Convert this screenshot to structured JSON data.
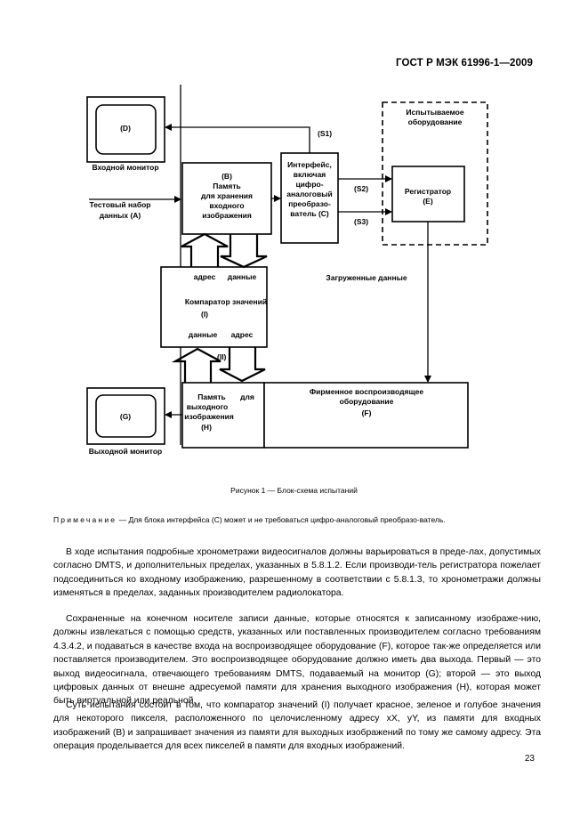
{
  "header": {
    "standard": "ГОСТ Р МЭК 61996-1—2009"
  },
  "diagram": {
    "monitor_in": {
      "letter": "(D)",
      "caption": "Входной монитор"
    },
    "monitor_out": {
      "letter": "(G)",
      "caption": "Выходной монитор"
    },
    "test_set": {
      "line1": "Тестовый набор",
      "line2": "данных (A)"
    },
    "mem_in": {
      "line1": "(B)",
      "line2": "Память",
      "line3": "для хранения",
      "line4": "входного",
      "line5": "изображения"
    },
    "interface": {
      "line1": "Интерфейс,",
      "line2": "включая",
      "line3": "цифро-",
      "line4": "аналоговый",
      "line5": "преобразо-",
      "line6": "ватель (C)"
    },
    "equipment": {
      "line1": "Испытываемое",
      "line2": "оборудование"
    },
    "recorder": {
      "line1": "Регистратор",
      "line2": "(E)"
    },
    "signals": {
      "s1": "(S1)",
      "s2": "(S2)",
      "s3": "(S3)"
    },
    "loaded_data": "Загруженные данные",
    "comparator": {
      "addr_top": "адрес",
      "data_top": "данные",
      "title": "Компаратор значений",
      "letter": "(I)",
      "data_bottom": "данные",
      "addr_bottom": "адрес"
    },
    "mem_out_link": "(II)",
    "mem_out": {
      "line1": "Память",
      "line1b": "для",
      "line2": "выходного",
      "line3": "изображения",
      "line4": "(H)"
    },
    "playback": {
      "line1": "Фирменное воспроизводящее",
      "line2": "оборудование",
      "line3": "(F)"
    }
  },
  "caption": "Рисунок 1 — Блок-схема испытаний",
  "note": {
    "label": "Примечание",
    "text": "— Для блока интерфейса (C) может и не требоваться цифро-аналоговый преобразо-ватель."
  },
  "paragraphs": [
    "В ходе испытания подробные хронометражи видеосигналов должны варьироваться в преде-лах, допустимых согласно DMTS, и дополнительных пределах, указанных в 5.8.1.2. Если производи-тель регистратора пожелает подсоединиться ко входному изображению, разрешенному в соответствии с 5.8.1.3, то хронометражи должны изменяться в пределах, заданных производителем радиолокатора.",
    "Сохраненные на конечном носителе записи данные, которые относятся к записанному изображе-нию, должны извлекаться с помощью средств, указанных или поставленных производителем согласно требованиям 4.3.4.2, и подаваться в качестве входа на воспроизводящее оборудование (F), которое так-же определяется или поставляется производителем. Это воспроизводящее оборудование должно иметь два выхода. Первый — это выход видеосигнала, отвечающего требованиям DMTS, подаваемый на монитор (G); второй — это выход цифровых данных от внешне адресуемой памяти для хранения выходного изображения (H), которая может быть виртуальной или реальной.",
    "Суть испытания состоит в том, что компаратор значений (I) получает красное, зеленое и голубое значения для некоторого пикселя, расположенного по целочисленному адресу xX, yY, из памяти для входных изображений (B) и запрашивает значения из памяти для выходных изображений по тому же самому адресу. Эта операция проделывается для всех пикселей в памяти для входных изображений."
  ],
  "page_number": "23"
}
